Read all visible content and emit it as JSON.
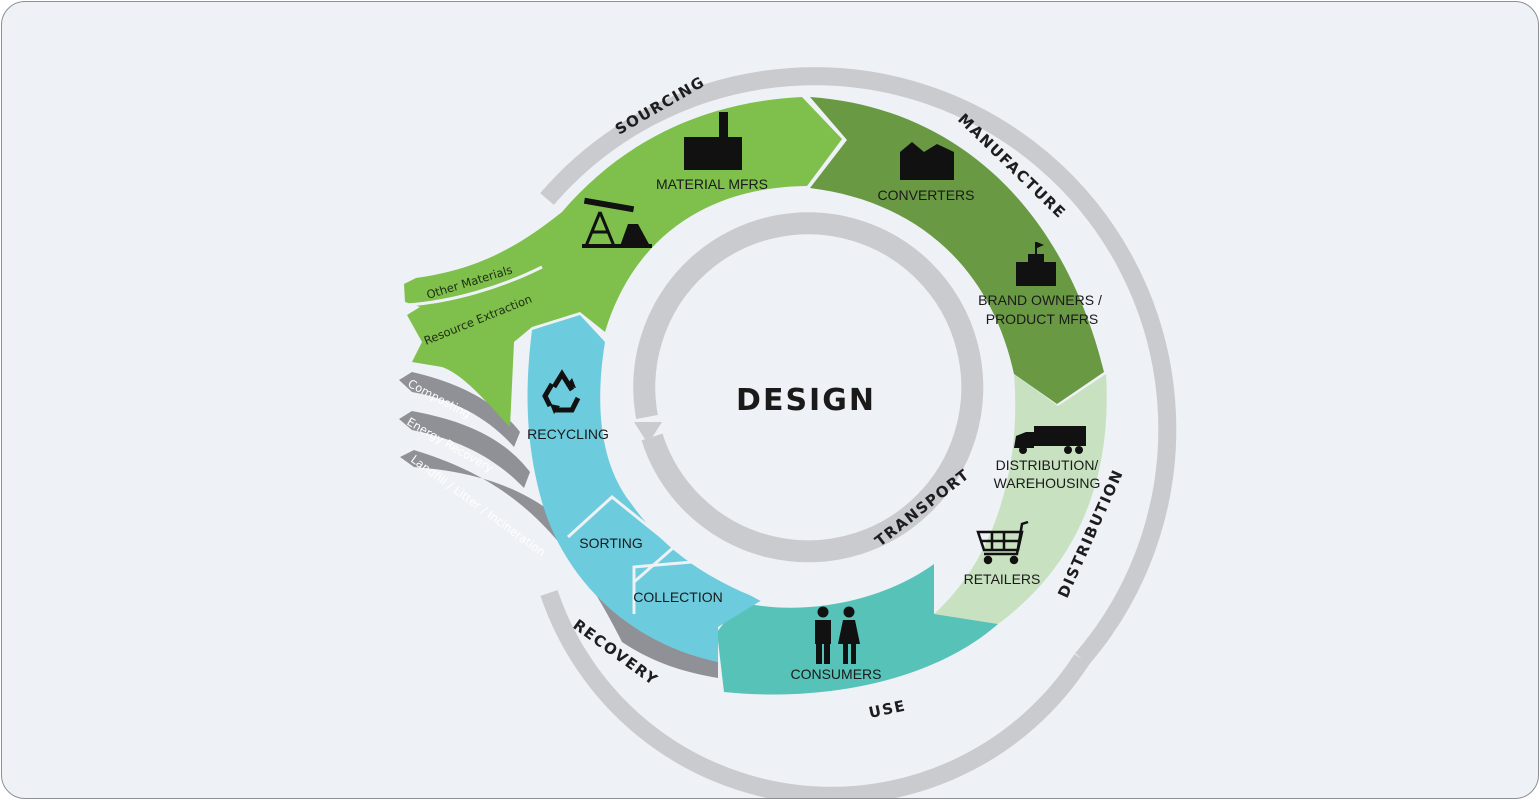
{
  "center": {
    "title": "DESIGN"
  },
  "stages": {
    "sourcing": "SOURCING",
    "manufacture": "MANUFACTURE",
    "distribution": "DISTRIBUTION",
    "use": "USE",
    "recovery": "RECOVERY",
    "transport": "TRANSPORT"
  },
  "nodes": {
    "material_mfrs": "MATERIAL MFRS",
    "converters": "CONVERTERS",
    "brand_owners_l1": "BRAND OWNERS /",
    "brand_owners_l2": "PRODUCT MFRS",
    "distribution_l1": "DISTRIBUTION/",
    "distribution_l2": "WAREHOUSING",
    "retailers": "RETAILERS",
    "consumers": "CONSUMERS",
    "collection": "COLLECTION",
    "sorting": "SORTING",
    "recycling": "RECYCLING"
  },
  "inputs": {
    "other_materials": "Other Materials",
    "resource_extraction": "Resource Extraction"
  },
  "outputs": {
    "composting": "Composting",
    "energy_recovery": "Energy Recovery",
    "landfill": "Landfill / Litter / Incineration"
  },
  "colors": {
    "background": "#eef1f5",
    "ring_gray": "#c9cbcf",
    "sourcing_green": "#7ec04b",
    "manufacture_green": "#6a9944",
    "distribution_green": "#c8e1c0",
    "use_teal": "#56c2b8",
    "recovery_blue": "#6ccbdc",
    "output_gray": "#8f9196"
  },
  "icons": [
    "oil-pump-icon",
    "factory-icon",
    "converter-building-icon",
    "flag-building-icon",
    "truck-icon",
    "shopping-cart-icon",
    "people-icon",
    "recycle-icon"
  ]
}
